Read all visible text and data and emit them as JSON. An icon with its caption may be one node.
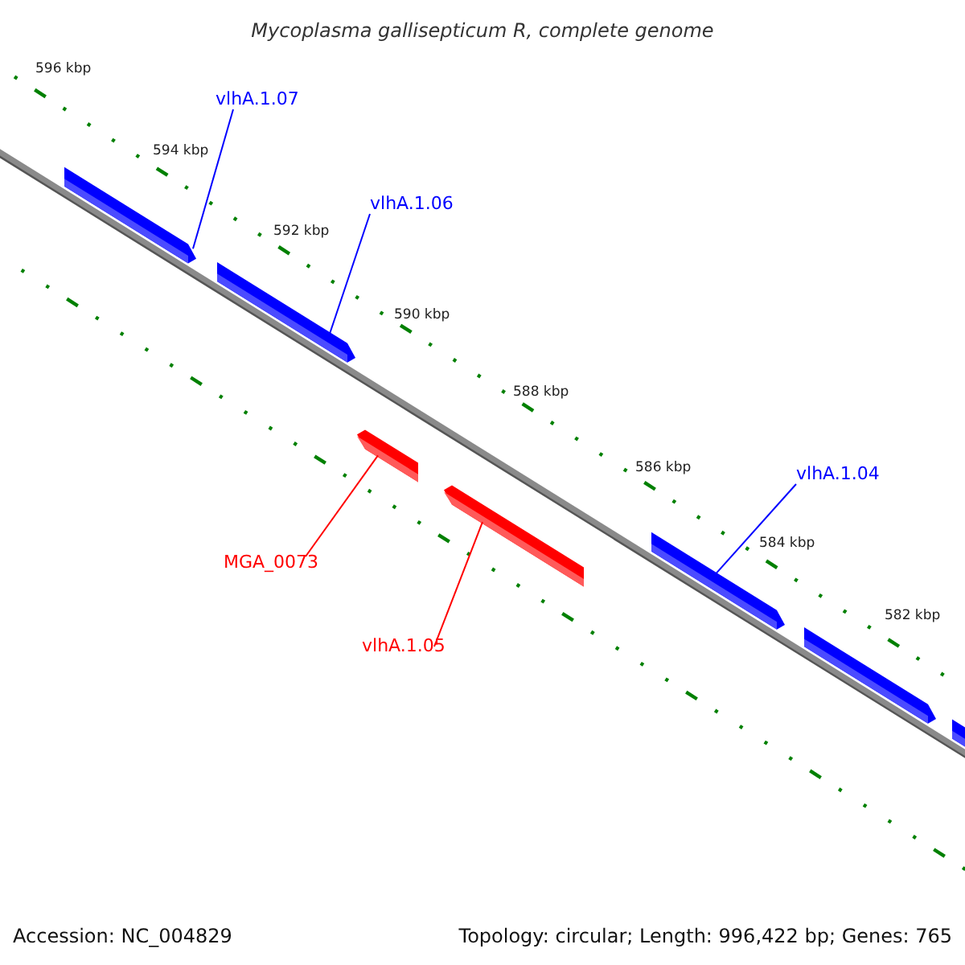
{
  "diagram": {
    "title": "Mycoplasma gallisepticum R, complete genome",
    "nodes": [
      {
        "text": [
          "vlhA.1.07"
        ]
      },
      {
        "text": [],
        "shape": "bar"
      },
      {
        "text": [
          "vlhA.1.06"
        ]
      },
      {
        "text": [],
        "shape": "bar"
      },
      {
        "text": [
          "MGA_0073"
        ]
      },
      {
        "text": [],
        "shape": "bar"
      },
      {
        "text": [
          "vlhA.1.05"
        ]
      },
      {
        "text": [],
        "shape": "bar"
      },
      {
        "text": [
          "vlhA.1.04"
        ]
      },
      {
        "text": [],
        "shape": "bar"
      },
      {
        "text": [],
        "shape": "bar"
      },
      {
        "text": [],
        "shape": "bar"
      }
    ],
    "edges": [
      {
        "from": 0,
        "to": 1,
        "arrow": "none"
      },
      {
        "from": 2,
        "to": 3,
        "arrow": "none"
      },
      {
        "from": 4,
        "to": 5,
        "arrow": "none",
        "color": "#ff0000"
      },
      {
        "from": 6,
        "to": 7,
        "arrow": "none",
        "color": "#ff0000"
      },
      {
        "from": 8,
        "to": 9,
        "arrow": "none"
      }
    ],
    "labels": [
      "596 kbp",
      "594 kbp",
      "592 kbp",
      "590 kbp",
      "588 kbp",
      "586 kbp",
      "584 kbp",
      "582 kbp",
      "Accession: NC_004829",
      "Topology: circular; Length: 996,422 bp; Genes: 765"
    ]
  }
}
